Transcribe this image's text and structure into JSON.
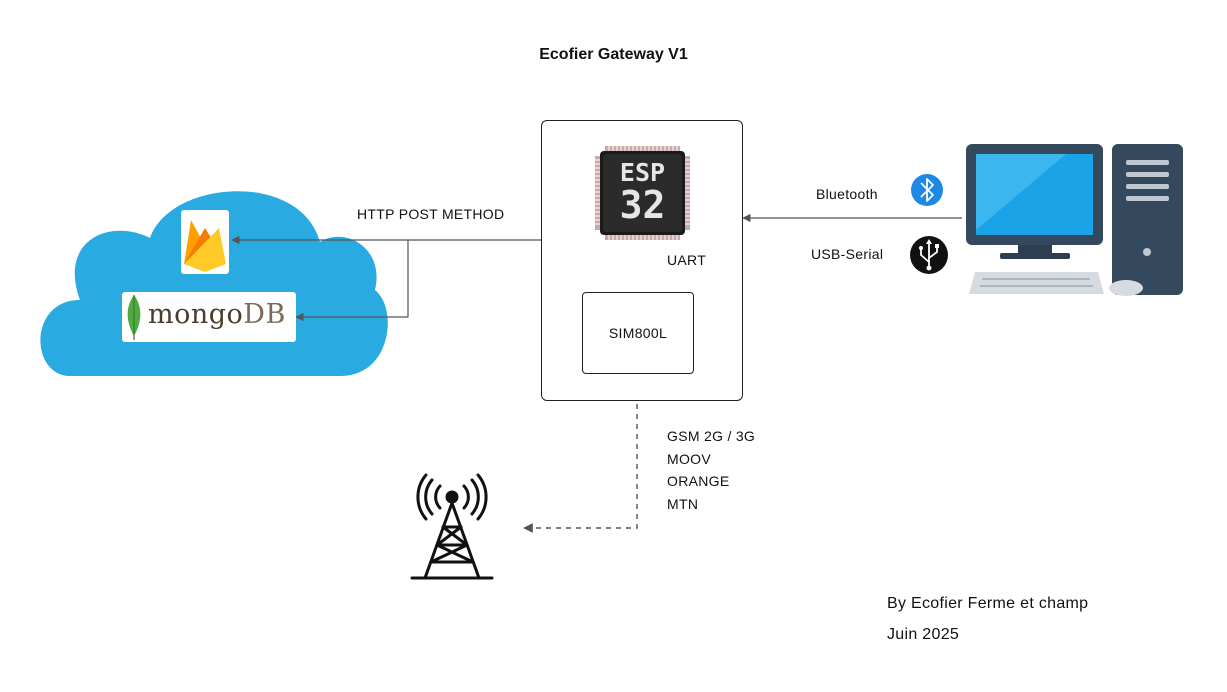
{
  "title": "Ecofier Gateway V1",
  "cloud": {
    "services": [
      {
        "name": "firebase-logo",
        "icon": "firebase-icon"
      },
      {
        "name": "mongodb-logo",
        "icon": "mongodb-leaf-icon",
        "text_main": "mongo",
        "text_db": "DB"
      }
    ]
  },
  "links": {
    "http": "HTTP POST METHOD",
    "uart": "UART",
    "bluetooth": "Bluetooth",
    "usb": "USB-Serial"
  },
  "chip": {
    "line1": "ESP",
    "line2": "32"
  },
  "modem": "SIM800L",
  "gsm": [
    "GSM 2G / 3G",
    "MOOV",
    "ORANGE",
    "MTN"
  ],
  "footer": {
    "author": "By Ecofier Ferme et champ",
    "date": "Juin 2025"
  },
  "colors": {
    "cloud": "#29ABE2",
    "chip": "#2b2b2b",
    "bluetooth": "#1e88e5",
    "monitor_frame": "#34495e",
    "screen": "#1aa3e6",
    "line": "#555555",
    "firebase_yellow": "#FFCA28",
    "firebase_orange": "#F57C00",
    "mongo_green": "#4FAA41"
  }
}
